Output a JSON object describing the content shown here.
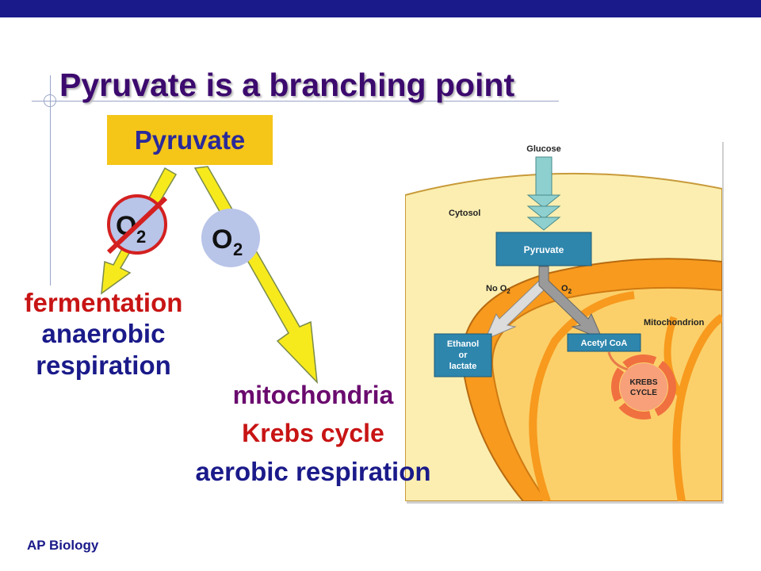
{
  "slide": {
    "title": "Pyruvate is a branching point",
    "footer": "AP Biology"
  },
  "branch": {
    "pyruvate_label": "Pyruvate",
    "oxygen_no_symbol": "O",
    "oxygen_no_subscript": "2",
    "oxygen_yes_symbol": "O",
    "oxygen_yes_subscript": "2",
    "anaerobic_line1": "fermentation",
    "anaerobic_line2": "anaerobic",
    "anaerobic_line3": "respiration",
    "aerobic_line1": "mitochondria",
    "aerobic_line2": "Krebs cycle",
    "aerobic_line3": "aerobic respiration"
  },
  "figure": {
    "glucose": "Glucose",
    "cytosol": "Cytosol",
    "pyruvate": "Pyruvate",
    "no_o2_prefix": "No O",
    "no_o2_sub": "2",
    "o2_prefix": "O",
    "o2_sub": "2",
    "mitochondrion": "Mitochondrion",
    "ethanol_line1": "Ethanol",
    "ethanol_line2": "or",
    "ethanol_line3": "lactate",
    "acetyl_coa": "Acetyl CoA",
    "krebs_line1": "KREBS",
    "krebs_line2": "CYCLE"
  },
  "colors": {
    "title": "#3c0a6e",
    "pyruvate_box": "#f5c518",
    "arrow_yellow": "#f7ea1c",
    "oxygen_circle": "#b8c4e8",
    "no_oxygen_stroke": "#d42020",
    "figure_box": "#2e86ad",
    "cytosol_bg": "#fbeeb0",
    "mito_orange": "#f79a1e"
  }
}
